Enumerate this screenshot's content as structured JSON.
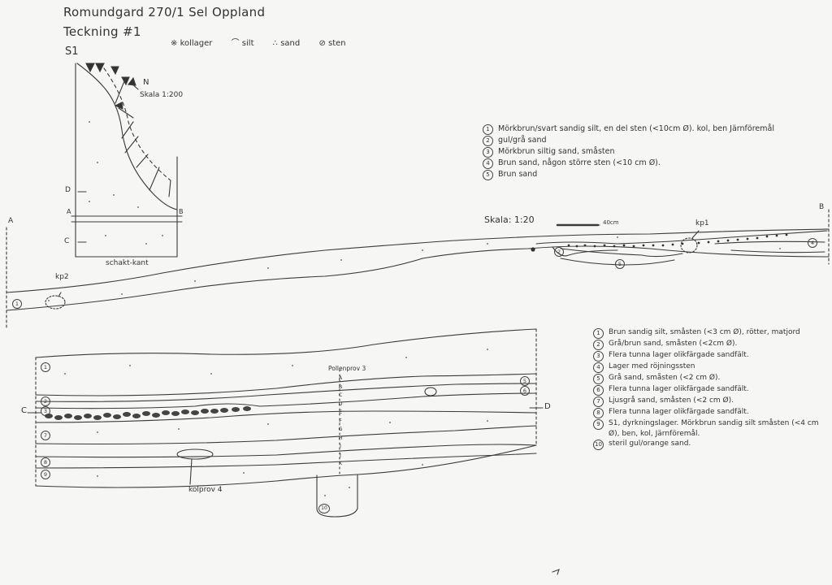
{
  "header": {
    "title": "Romundgard 270/1 Sel Oppland",
    "drawing": "Teckning #1",
    "section_label": "S1"
  },
  "symbol_legend": {
    "charcoal": "kollager",
    "silt": "silt",
    "sand": "sand",
    "stone": "sten"
  },
  "plan_view": {
    "north": "N",
    "scale": "Skala 1:200",
    "label_d": "D",
    "label_a": "A",
    "label_b": "B",
    "label_c": "C",
    "caption": "schakt-kant"
  },
  "profile_ab": {
    "label_a": "A",
    "label_b": "B",
    "scale": "Skala: 1:20",
    "scale_bar_label": "40cm",
    "kp1": "kp1",
    "kp2": "kp2",
    "layers": [
      {
        "num": "1",
        "text": "Mörkbrun/svart sandig silt, en del sten (<10cm Ø). kol, ben Järnföremål"
      },
      {
        "num": "2",
        "text": "gul/grå sand"
      },
      {
        "num": "3",
        "text": "Mörkbrun siltig sand, småsten"
      },
      {
        "num": "4",
        "text": "Brun sand, någon större sten (<10 cm Ø)."
      },
      {
        "num": "5",
        "text": "Brun sand"
      }
    ]
  },
  "profile_cd": {
    "label_c": "C",
    "label_d": "D",
    "pollen": "Pollenprov 3",
    "kolprov": "kolprov 4",
    "sample_letters": [
      "A",
      "B",
      "C",
      "D",
      "E",
      "F",
      "G",
      "H",
      "I",
      "J",
      "K"
    ],
    "layers": [
      {
        "num": "1",
        "text": "Brun sandig silt, småsten (<3 cm Ø), rötter, matjord"
      },
      {
        "num": "2",
        "text": "Grå/brun sand, småsten (<2cm Ø)."
      },
      {
        "num": "3",
        "text": "Flera tunna lager olikfärgade sandfält."
      },
      {
        "num": "4",
        "text": "Lager med röjningssten"
      },
      {
        "num": "5",
        "text": "Grå sand, småsten (<2 cm Ø)."
      },
      {
        "num": "6",
        "text": "Flera tunna lager olikfärgade sandfält."
      },
      {
        "num": "7",
        "text": "Ljusgrå sand, småsten (<2 cm Ø)."
      },
      {
        "num": "8",
        "text": "Flera tunna lager olikfärgade sandfält."
      },
      {
        "num": "9",
        "text": "S1, dyrkningslager. Mörkbrun sandig silt småsten (<4 cm Ø), ben, kol, Järnföremål."
      },
      {
        "num": "10",
        "text": "steril gul/orange sand."
      }
    ]
  },
  "colors": {
    "ink": "#333333",
    "paper": "#f6f6f4"
  }
}
